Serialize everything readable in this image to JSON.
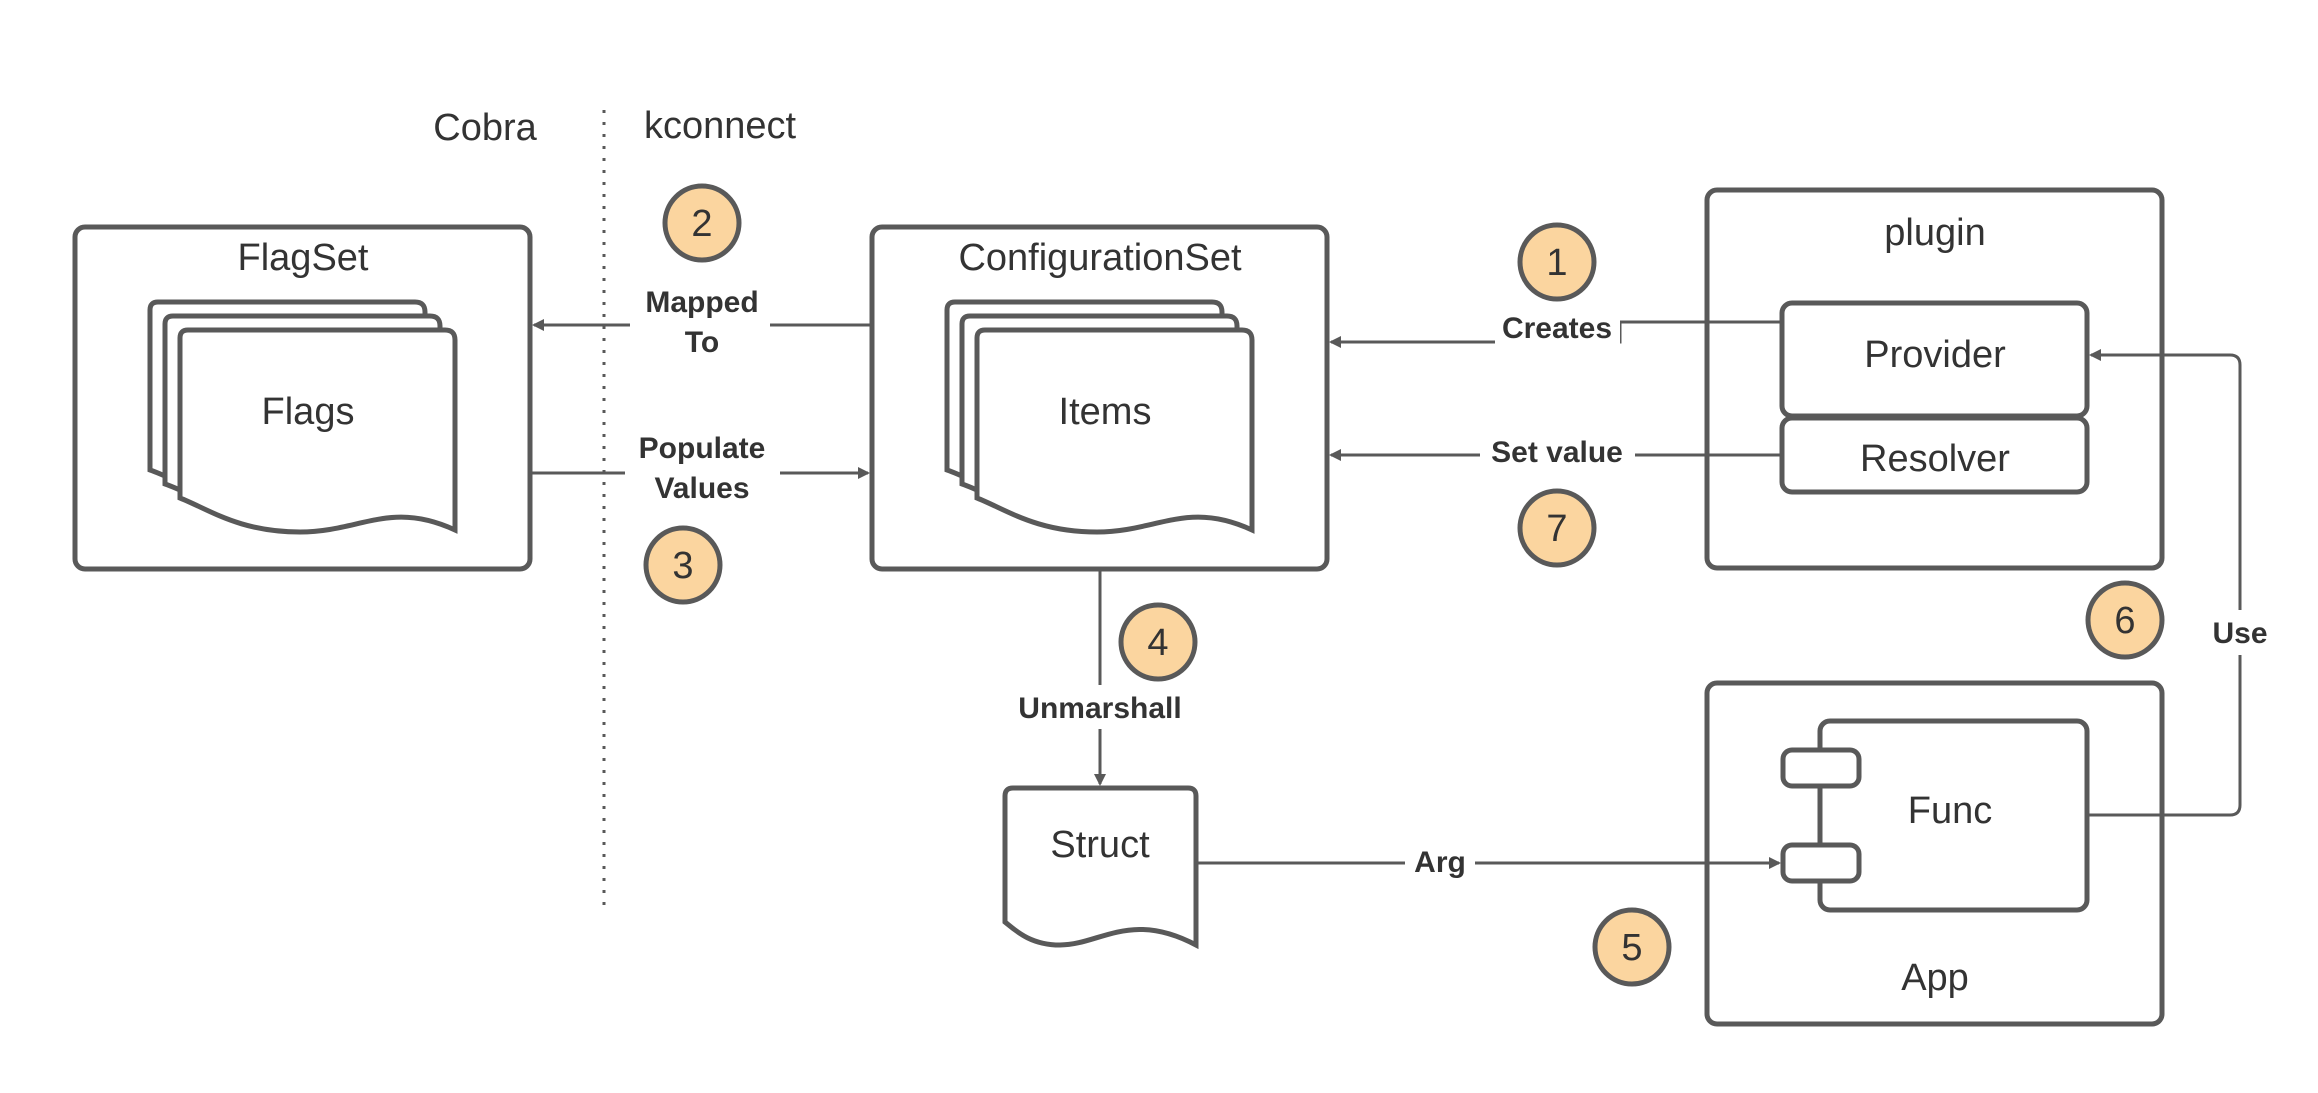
{
  "sections": {
    "left": "Cobra",
    "right": "kconnect"
  },
  "nodes": {
    "flagset": {
      "title": "FlagSet",
      "doc": "Flags"
    },
    "configset": {
      "title": "ConfigurationSet",
      "doc": "Items"
    },
    "plugin": {
      "title": "plugin",
      "provider": "Provider",
      "resolver": "Resolver"
    },
    "struct": {
      "label": "Struct"
    },
    "app": {
      "title": "App",
      "func": "Func"
    }
  },
  "edges": {
    "mapped_to_1": "Mapped",
    "mapped_to_2": "To",
    "populate_1": "Populate",
    "populate_2": "Values",
    "creates": "Creates",
    "set_value": "Set value",
    "unmarshall": "Unmarshall",
    "arg": "Arg",
    "use": "Use"
  },
  "steps": [
    "1",
    "2",
    "3",
    "4",
    "5",
    "6",
    "7"
  ],
  "colors": {
    "stroke": "#595959",
    "badge_fill": "#FBD59F",
    "text": "#333333"
  }
}
